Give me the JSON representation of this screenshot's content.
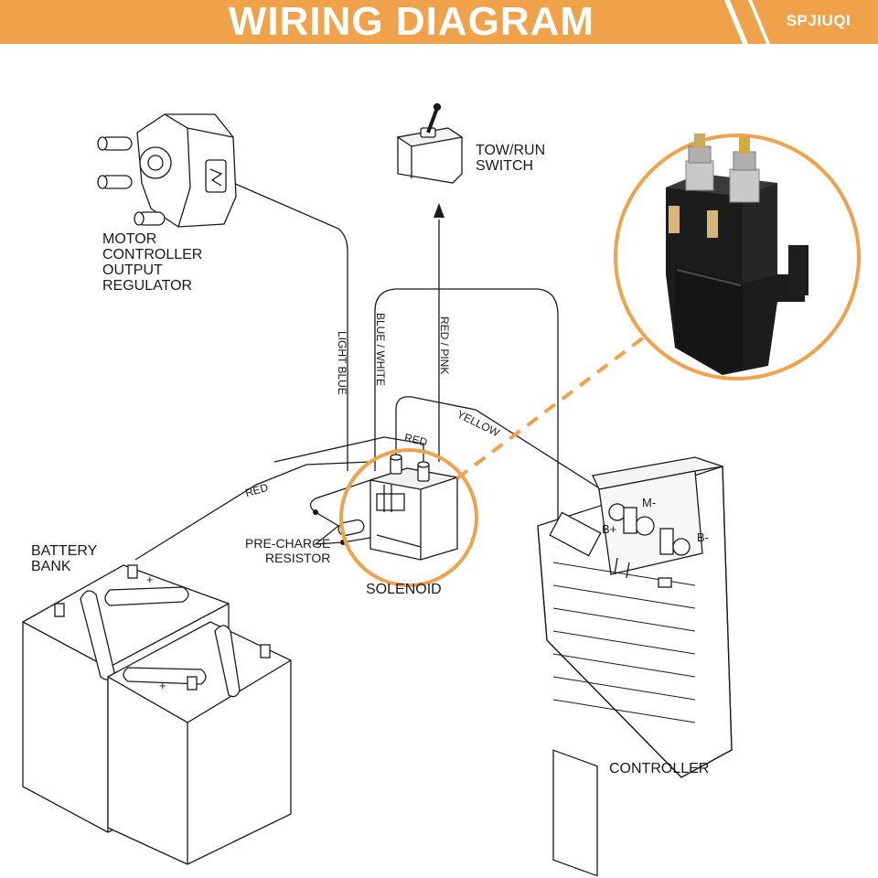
{
  "header": {
    "title": "WIRING DIAGRAM",
    "brand": "SPJIUQI"
  },
  "colors": {
    "accent": "#f0a24a",
    "line": "#1a1a1a",
    "solenoid_body": "#1c1c1c"
  },
  "components": {
    "motor_regulator": "MOTOR\nCONTROLLER\nOUTPUT\nREGULATOR",
    "tow_switch": "TOW/RUN\nSWITCH",
    "battery_bank": "BATTERY\nBANK",
    "precharge": "PRE-CHARGE\nRESISTOR",
    "solenoid": "SOLENOID",
    "controller": "CONTROLLER"
  },
  "wires": {
    "light_blue": "LIGHT BLUE",
    "blue_white": "BLUE / WHITE",
    "red_pink": "RED / PINK",
    "yellow": "YELLOW",
    "red_top": "RED",
    "red_left": "RED"
  },
  "terminals": {
    "m_minus": "M-",
    "b_plus": "B+",
    "b_minus": "B-"
  }
}
